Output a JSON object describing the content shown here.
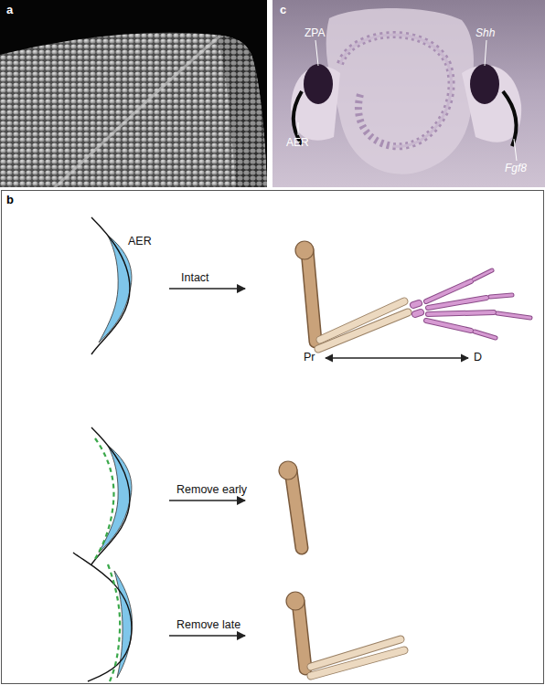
{
  "diagram": {
    "labels": [
      "a",
      "c",
      "ZPA",
      "Shh",
      "AER",
      "Fgf8",
      "b",
      "AER",
      "Intact",
      "Pr",
      "D",
      "Remove early",
      "Remove late"
    ]
  }
}
